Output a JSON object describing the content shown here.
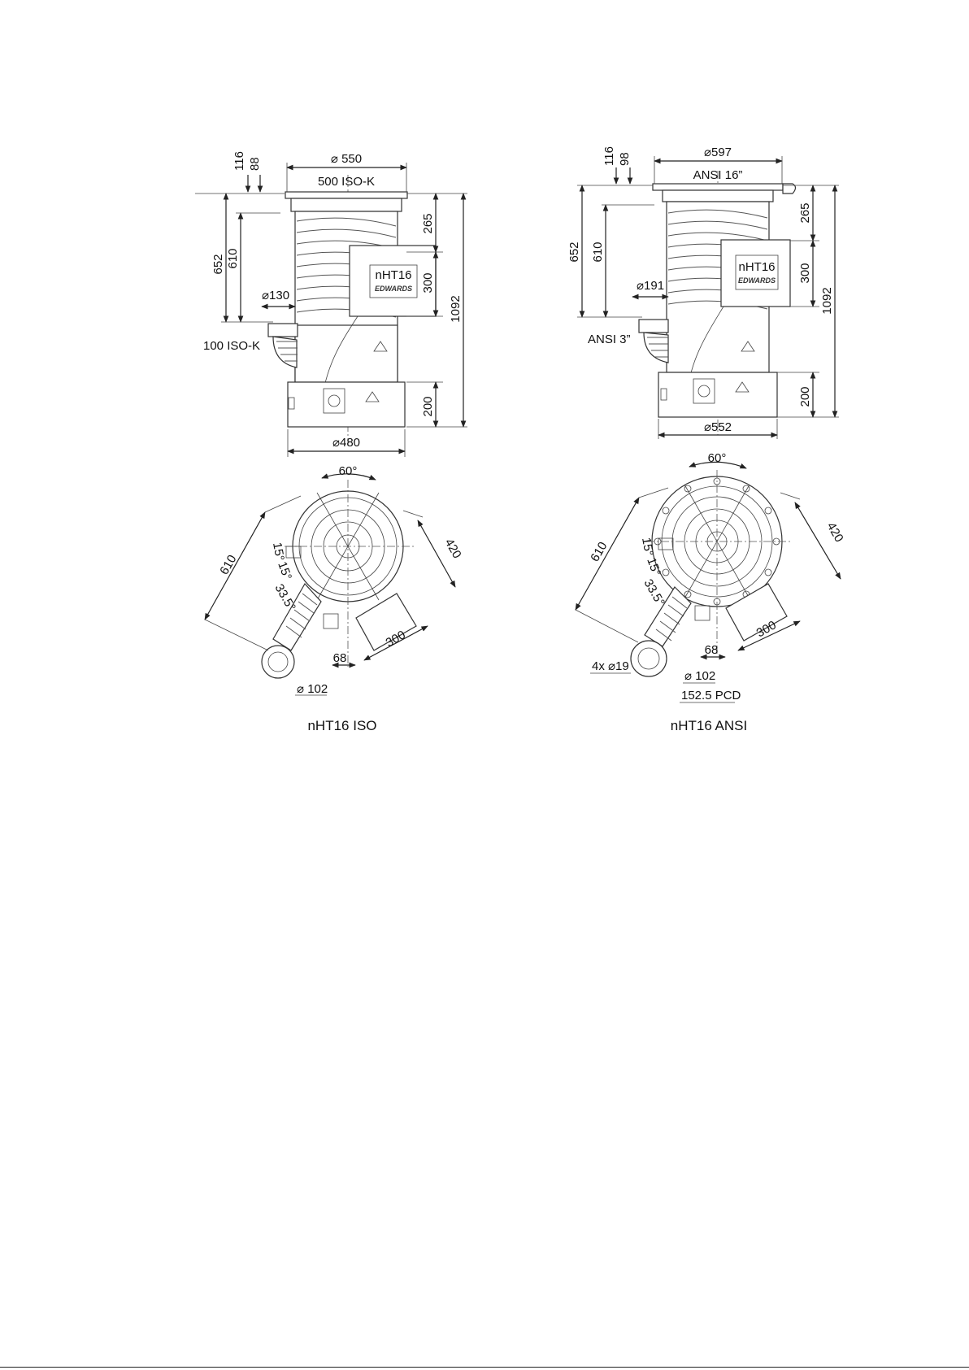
{
  "iso": {
    "caption": "nHT16 ISO",
    "model_label": "nHT16",
    "logo_text": "EDWARDS",
    "dims": {
      "flange_dia": "⌀ 550",
      "flange_type": "500 ISO-K",
      "d116": "116",
      "d88": "88",
      "d652": "652",
      "d610": "610",
      "d130": "⌀130",
      "foreline": "100 ISO-K",
      "d265": "265",
      "d300": "300",
      "d1092": "1092",
      "d200": "200",
      "base_dia": "⌀480",
      "angle60": "60°",
      "plan610": "610",
      "plan420": "420",
      "plan300": "300",
      "plan68": "68",
      "plan102": "⌀ 102",
      "a15a": "15°",
      "a15b": "15°",
      "a335": "33.5°"
    }
  },
  "ansi": {
    "caption": "nHT16 ANSI",
    "model_label": "nHT16",
    "logo_text": "EDWARDS",
    "dims": {
      "flange_dia": "⌀597",
      "flange_type": "ANSI 16”",
      "d116": "116",
      "d98": "98",
      "d652": "652",
      "d610": "610",
      "d191": "⌀191",
      "foreline": "ANSI 3”",
      "d265": "265",
      "d300": "300",
      "d1092": "1092",
      "d200": "200",
      "base_dia": "⌀552",
      "angle60": "60°",
      "plan610": "610",
      "plan420": "420",
      "plan300": "300",
      "plan68": "68",
      "plan102": "⌀ 102",
      "a15a": "15°",
      "a15b": "15°",
      "a335": "33.5°",
      "bolt": "4x ⌀19",
      "pcd": "152.5 PCD"
    }
  }
}
